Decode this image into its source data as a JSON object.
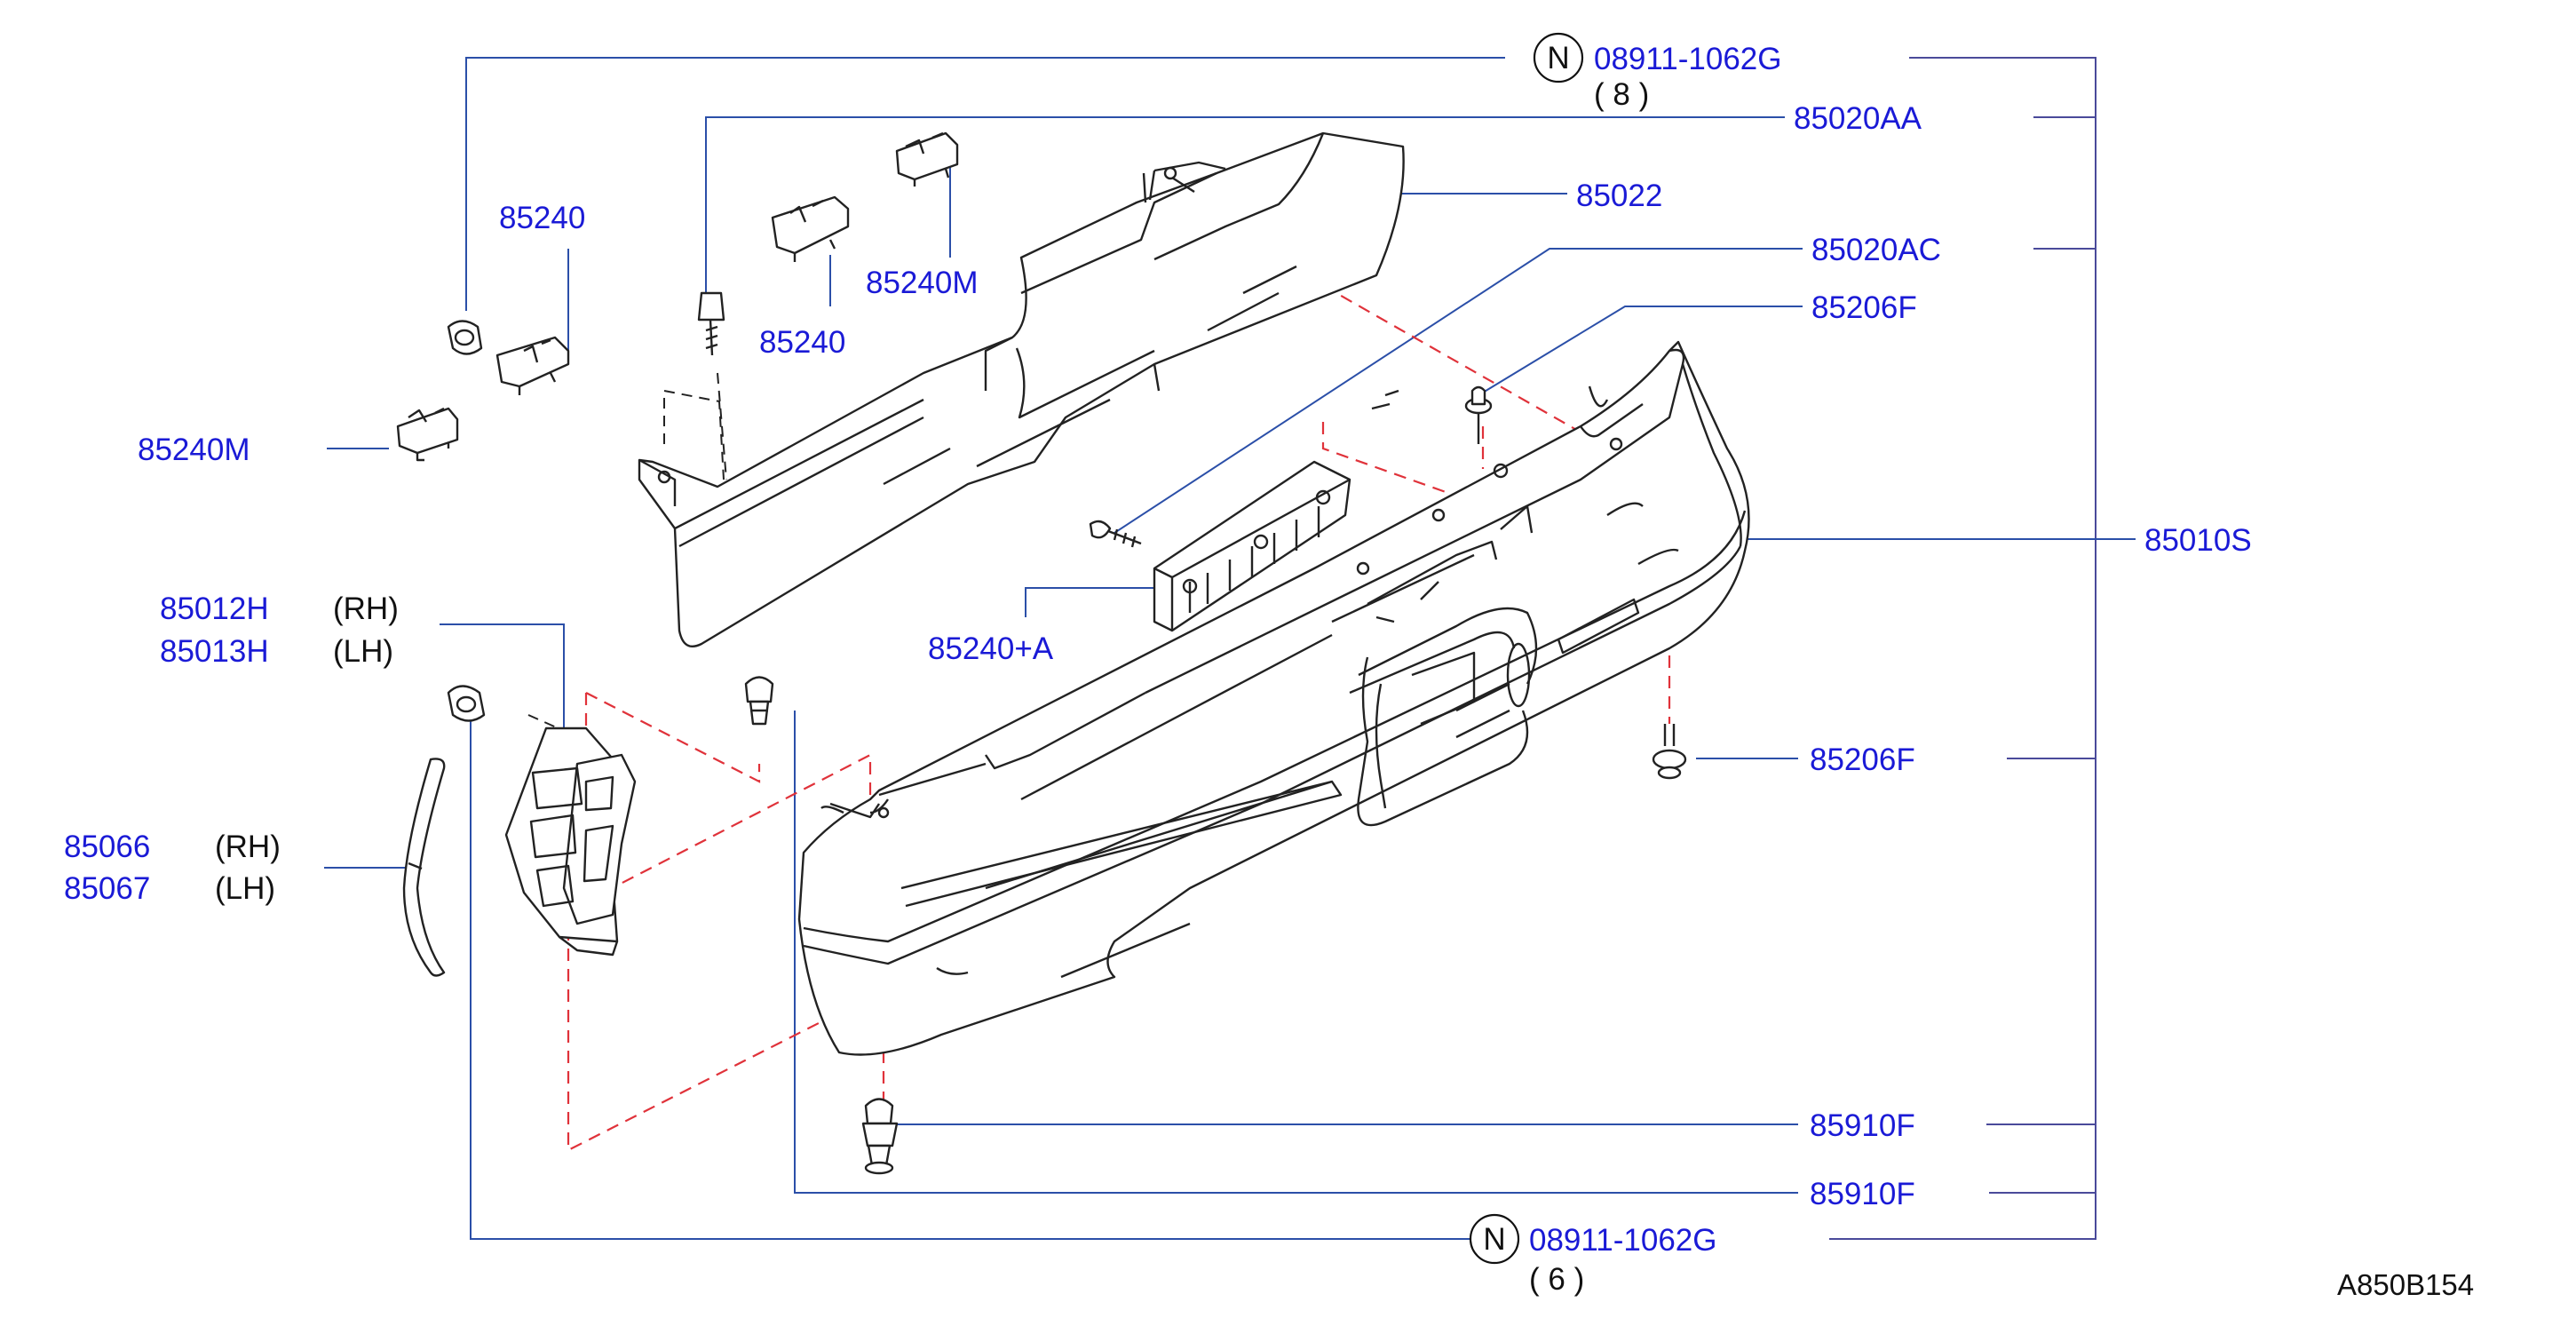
{
  "callouts": {
    "n_top": {
      "prefix": "N",
      "part": "08911-1062G",
      "qty": "(  8  )"
    },
    "c85020aa": "85020AA",
    "c85022": "85022",
    "c85020ac": "85020AC",
    "c85206f_top": "85206F",
    "c85010s": "85010S",
    "c85240_left": "85240",
    "c85240_mid": "85240",
    "c85240m_top": "85240M",
    "c85240m_left": "85240M",
    "c85240a": "85240+A",
    "c85012h": {
      "part": "85012H",
      "side": "(RH)"
    },
    "c85013h": {
      "part": "85013H",
      "side": "(LH)"
    },
    "c85066": {
      "part": "85066",
      "side": "(RH)"
    },
    "c85067": {
      "part": "85067",
      "side": "(LH)"
    },
    "c85206f_bottom": "85206F",
    "c85910f_a": "85910F",
    "c85910f_b": "85910F",
    "n_bottom": {
      "prefix": "N",
      "part": "08911-1062G",
      "qty": "(  6  )"
    }
  },
  "reference_code": "A850B154",
  "colors": {
    "part_number": "#1a1ad6",
    "leader": "#2b4fa8",
    "hidden_line": "#e0323a",
    "drawing": "#222222"
  }
}
